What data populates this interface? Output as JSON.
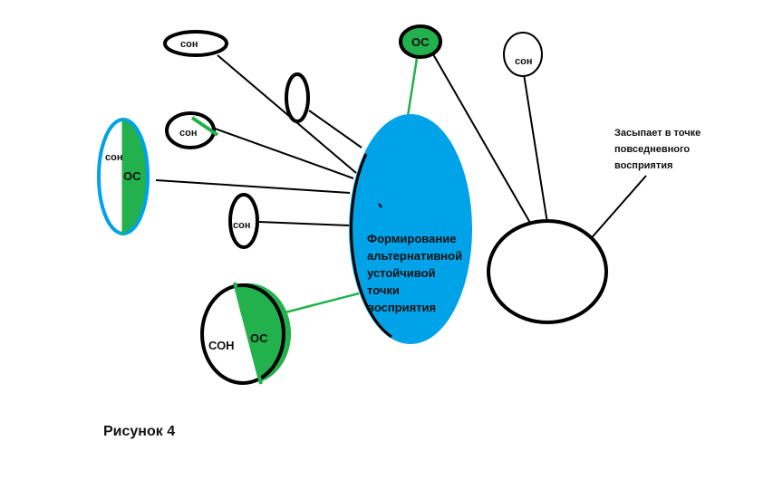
{
  "colors": {
    "blue": "#00A2E8",
    "green": "#22B14C",
    "black": "#000000",
    "white": "#ffffff"
  },
  "labels": {
    "son_top": "сон",
    "os_top": "ОС",
    "son_right_small": "сон",
    "son_mid_left": "сон",
    "son_left_tall": "сон",
    "os_left_tall": "ОС",
    "son_small_lower": "сон",
    "son_bottom_big": "СОН",
    "os_bottom_big": "ОС",
    "center_line1": "Формирование",
    "center_line2": "альтернативной",
    "center_line3": "устойчивой",
    "center_line4": "точки",
    "center_line5": "восприятия",
    "right_note_line1": "Засыпает в точке",
    "right_note_line2": "повседневного",
    "right_note_line3": "восприятия"
  },
  "caption": "Рисунок 4"
}
